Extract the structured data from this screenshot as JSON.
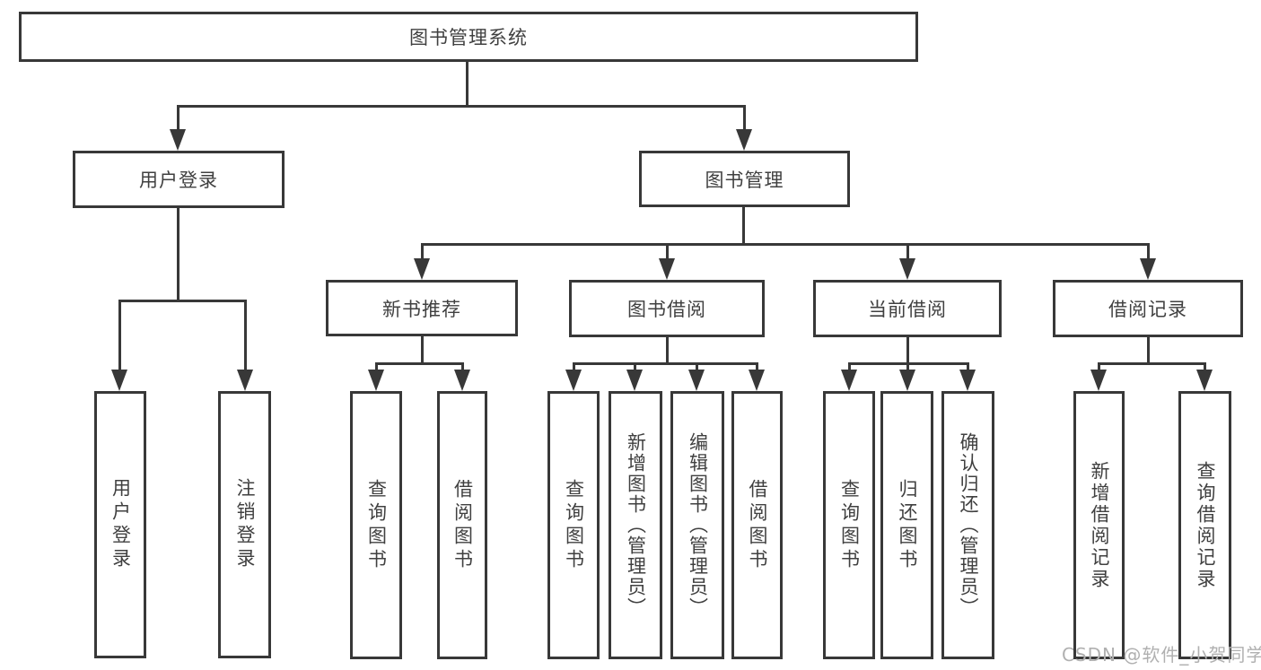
{
  "diagram_title": "图书管理系统",
  "nodes": {
    "root": "图书管理系统",
    "user_login": "用户登录",
    "book_mgmt": "图书管理",
    "leaf_user_login": "用户登录",
    "leaf_logout": "注销登录",
    "new_books": "新书推荐",
    "book_borrow": "图书借阅",
    "current_borrow": "当前借阅",
    "borrow_records": "借阅记录",
    "nb_query_books": "查询图书",
    "nb_borrow_books": "借阅图书",
    "bb_query_books": "查询图书",
    "bb_add_books": "新增图书（管理员）",
    "bb_edit_books": "编辑图书（管理员）",
    "bb_borrow_books": "借阅图书",
    "cb_query_books": "查询图书",
    "cb_return_books": "归还图书",
    "cb_confirm_return": "确认归还（管理员）",
    "br_add_record": "新增借阅记录",
    "br_query_record": "查询借阅记录"
  },
  "watermark": "CSDN @软件_小贺同学",
  "colors": {
    "line": "#383838",
    "text": "#404040",
    "watermark": "#b0b0b0",
    "background": "#ffffff"
  }
}
